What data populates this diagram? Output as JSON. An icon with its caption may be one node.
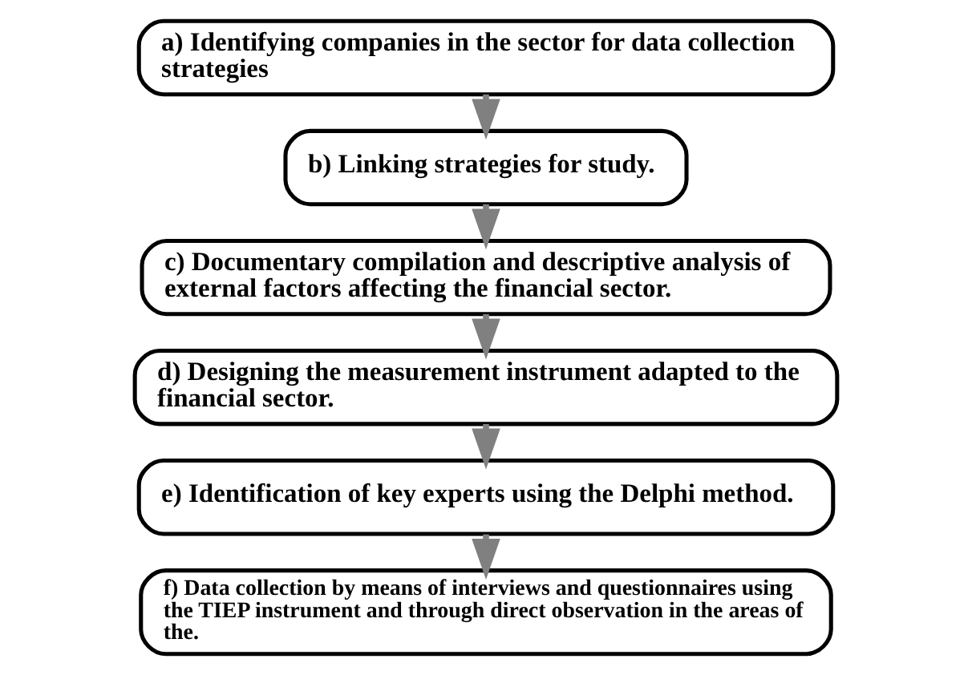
{
  "diagram": {
    "nodes": [
      {
        "text": [
          "a) Identifying companies in the sector for data collection strategies"
        ]
      },
      {
        "text": [
          "b) Linking strategies for study."
        ]
      },
      {
        "text": [
          "c) Documentary compilation and descriptive analysis of external factors affecting the financial sector."
        ]
      },
      {
        "text": [
          "d) Designing the measurement instrument adapted to the financial sector."
        ]
      },
      {
        "text": [
          "e) Identification of key experts using the Delphi method."
        ]
      },
      {
        "text": [
          "f) Data collection by means of interviews and questionnaires using the TIEP instrument and through direct observation in the areas of the."
        ]
      }
    ],
    "edges": [
      {
        "from": 0,
        "to": 1,
        "arrow": "to"
      },
      {
        "from": 1,
        "to": 2,
        "arrow": "to"
      },
      {
        "from": 2,
        "to": 3,
        "arrow": "to"
      },
      {
        "from": 3,
        "to": 4,
        "arrow": "to"
      },
      {
        "from": 4,
        "to": 5,
        "arrow": "to"
      }
    ]
  }
}
